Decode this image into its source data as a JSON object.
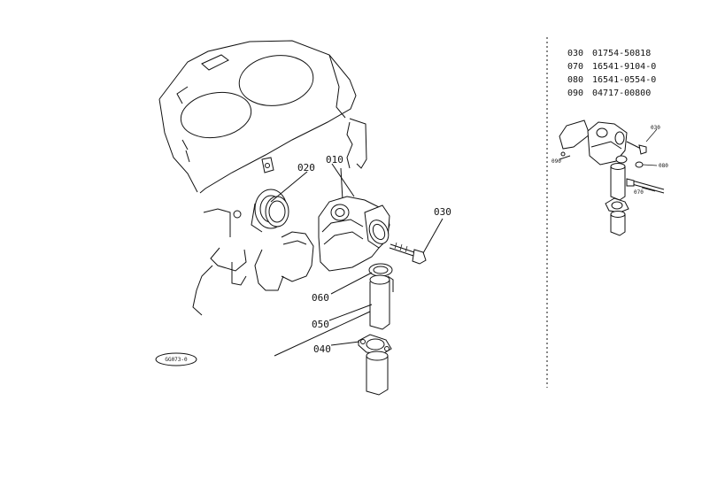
{
  "callouts": {
    "c010": "010",
    "c020": "020",
    "c030": "030",
    "c040": "040",
    "c050": "050",
    "c060": "060"
  },
  "figure_code": "GG073-0",
  "parts_list": [
    {
      "ref": "030",
      "part": "01754-50818"
    },
    {
      "ref": "070",
      "part": "16541-9104-0"
    },
    {
      "ref": "080",
      "part": "16541-0554-0"
    },
    {
      "ref": "090",
      "part": "04717-00800"
    }
  ],
  "inset_callouts": {
    "i030": "030",
    "i080": "080",
    "i070": "070",
    "i090": "090"
  }
}
